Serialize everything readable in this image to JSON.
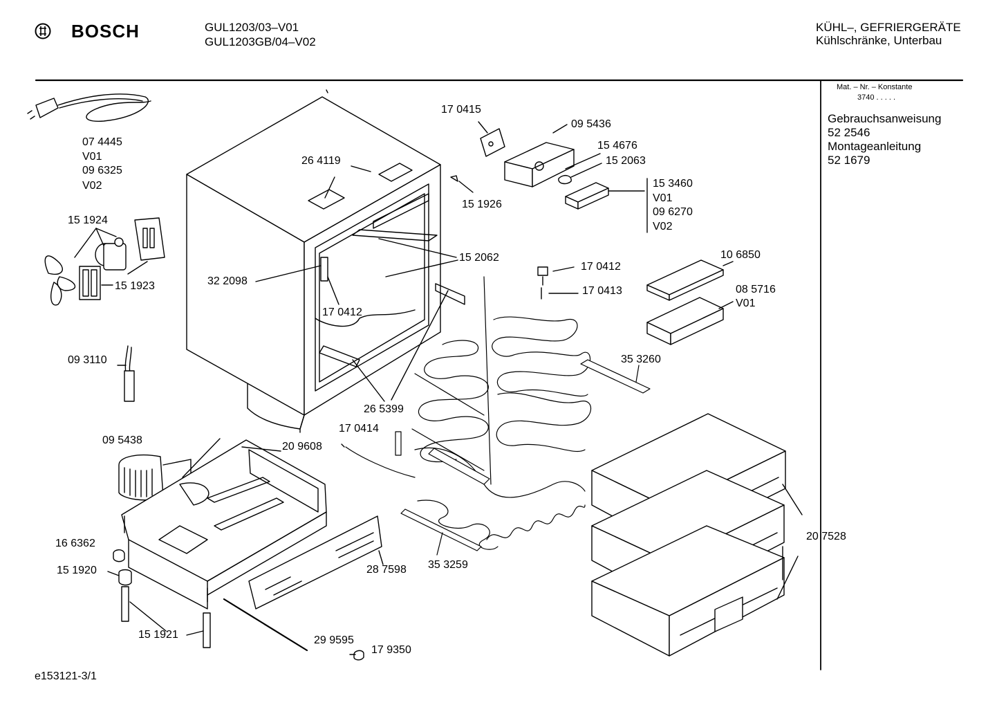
{
  "header": {
    "brand": "BOSCH",
    "model_line_1": "GUL1203/03–V01",
    "model_line_2": "GUL1203GB/04–V02",
    "category_line_1": "KÜHL–, GEFRIERGERÄTE",
    "category_line_2": "Kühlschränke, Unterbau"
  },
  "side_panel": {
    "mat_label": "Mat. – Nr. – Konstante",
    "mat_value": "3740 . . . . .",
    "docs": [
      "Gebrauchsanweisung",
      "52 2546",
      "Montageanleitung",
      "52 1679"
    ]
  },
  "part_labels": {
    "p074445": "07 4445",
    "p074445_v01": "V01",
    "p096325": "09 6325",
    "p096325_v02": "V02",
    "p151924": "15 1924",
    "p151923": "15 1923",
    "p093110": "09 3110",
    "p095438": "09 5438",
    "p166362": "16 6362",
    "p151920": "15 1920",
    "p151921": "15 1921",
    "p209608": "20 9608",
    "p287598": "28 7598",
    "p299595": "29 9595",
    "p179350": "17 9350",
    "p353259": "35 3259",
    "p170414": "17 0414",
    "p265399": "26 5399",
    "p170412a": "17 0412",
    "p322098": "32 2098",
    "p264119": "26 4119",
    "p152062": "15 2062",
    "p170415": "17 0415",
    "p095436": "09 5436",
    "p154676": "15 4676",
    "p152063": "15 2063",
    "p151926": "15 1926",
    "p153460": "15 3460",
    "p153460_v01": "V01",
    "p096270": "09 6270",
    "p096270_v02": "V02",
    "p170412b": "17 0412",
    "p170413": "17 0413",
    "p106850": "10 6850",
    "p085716": "08 5716",
    "p085716_v01": "V01",
    "p353260": "35 3260",
    "p207528": "20 7528"
  },
  "footer": {
    "code": "e153121-3/1"
  }
}
